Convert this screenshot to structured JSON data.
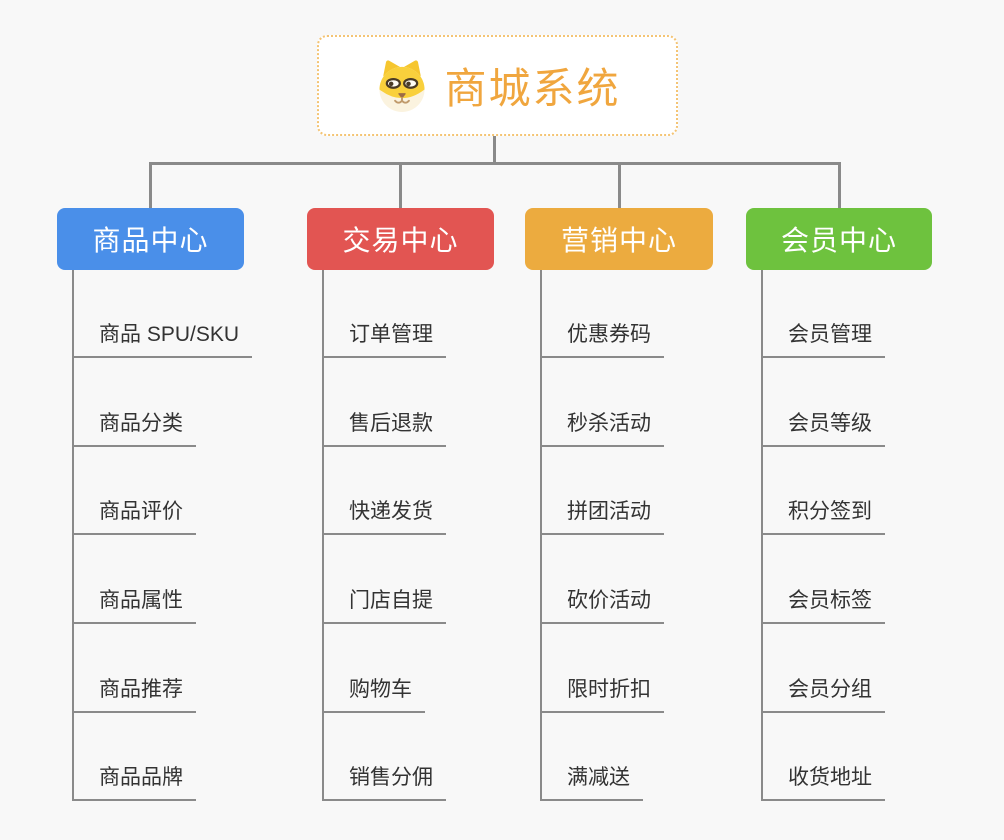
{
  "root": {
    "title": "商城系统",
    "icon": "dog-face-icon"
  },
  "branches": [
    {
      "label": "商品中心",
      "color": "#4a8fe9",
      "children": [
        "商品 SPU/SKU",
        "商品分类",
        "商品评价",
        "商品属性",
        "商品推荐",
        "商品品牌"
      ]
    },
    {
      "label": "交易中心",
      "color": "#e25552",
      "children": [
        "订单管理",
        "售后退款",
        "快递发货",
        "门店自提",
        "购物车",
        "销售分佣"
      ]
    },
    {
      "label": "营销中心",
      "color": "#ecab3f",
      "children": [
        "优惠券码",
        "秒杀活动",
        "拼团活动",
        "砍价活动",
        "限时折扣",
        "满减送"
      ]
    },
    {
      "label": "会员中心",
      "color": "#6ec23e",
      "children": [
        "会员管理",
        "会员等级",
        "积分签到",
        "会员标签",
        "会员分组",
        "收货地址"
      ]
    }
  ],
  "colors": {
    "page_bg": "#f8f8f8",
    "root_text": "#f0a63e",
    "root_border": "#f4c474",
    "connector": "#8a8a8a",
    "leaf_text": "#333333"
  }
}
